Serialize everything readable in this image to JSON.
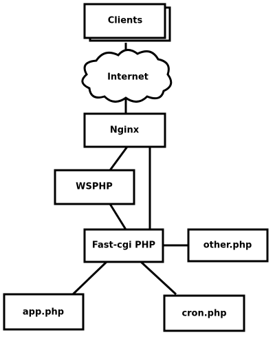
{
  "nodes": {
    "clients": "Clients",
    "internet": "Internet",
    "nginx": "Nginx",
    "wsphp": "WSPHP",
    "fastcgi": "Fast-cgi PHP",
    "other": "other.php",
    "app": "app.php",
    "cron": "cron.php"
  }
}
